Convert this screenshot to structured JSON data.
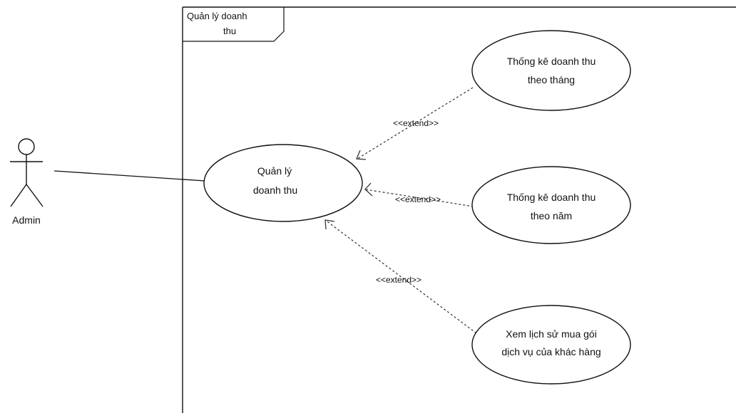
{
  "frame": {
    "title_line1": "Quản lý doanh",
    "title_line2": "thu"
  },
  "actor": {
    "label": "Admin"
  },
  "use_cases": [
    {
      "id": "main",
      "lines": [
        "Quản lý",
        "doanh thu"
      ]
    },
    {
      "id": "monthly",
      "lines": [
        "Thống kê doanh thu",
        "theo tháng"
      ]
    },
    {
      "id": "yearly",
      "lines": [
        "Thống kê doanh thu",
        "theo năm"
      ]
    },
    {
      "id": "history",
      "lines": [
        "Xem lịch sử mua gói",
        "dịch vụ của khác hàng"
      ]
    }
  ],
  "relations": [
    {
      "type": "extend",
      "label": "<<extend>>"
    },
    {
      "type": "extend",
      "label": "<<extend>>"
    },
    {
      "type": "extend",
      "label": "<<extend>>"
    }
  ]
}
